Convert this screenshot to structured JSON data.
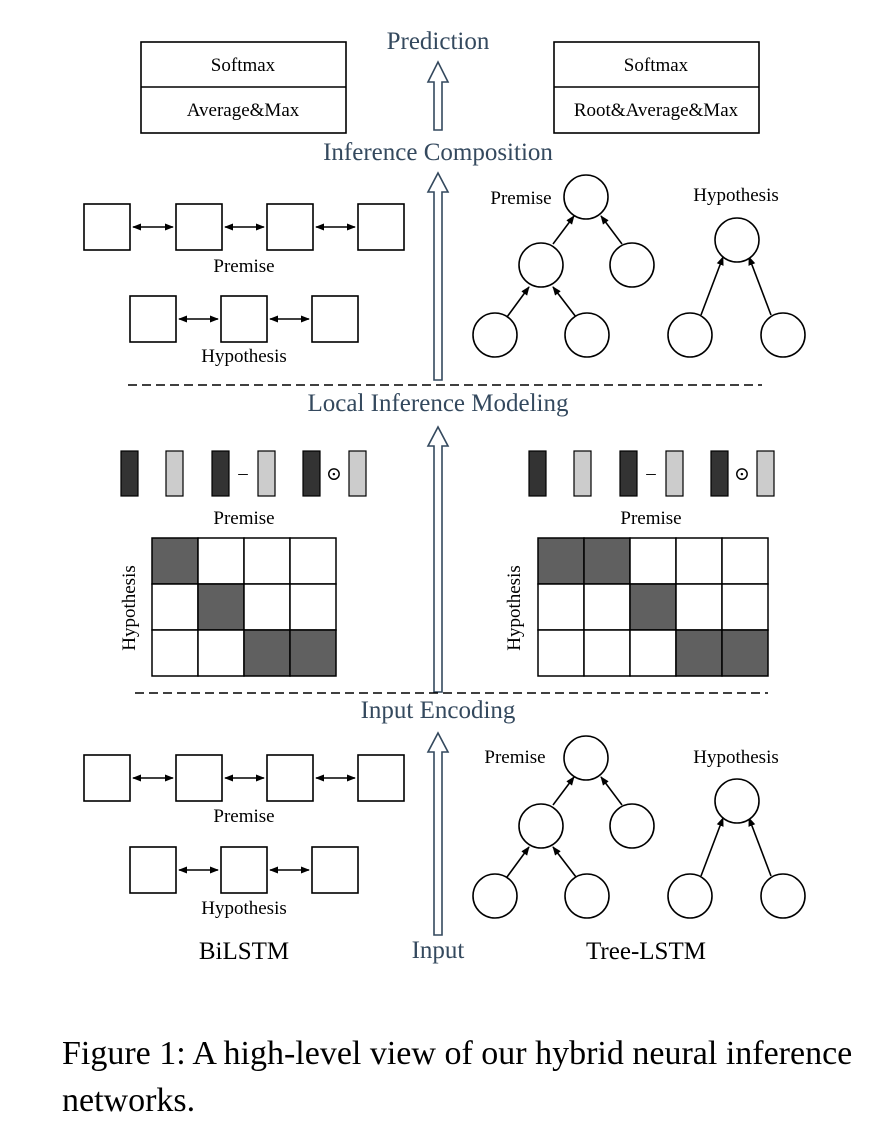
{
  "stages": {
    "prediction": "Prediction",
    "composition": "Inference Composition",
    "local": "Local Inference Modeling",
    "encoding": "Input Encoding",
    "input": "Input"
  },
  "top_left_box": {
    "top": "Softmax",
    "bottom": "Average&Max"
  },
  "top_right_box": {
    "top": "Softmax",
    "bottom": "Root&Average&Max"
  },
  "labels": {
    "premise": "Premise",
    "hypothesis": "Hypothesis",
    "bilstm": "BiLSTM",
    "tree_lstm": "Tree-LSTM"
  },
  "operators": {
    "minus": "–",
    "odot": "⊙"
  },
  "alignment_left": {
    "rows": 3,
    "cols": 4,
    "shaded": [
      [
        0,
        0
      ],
      [
        1,
        1
      ],
      [
        2,
        2
      ],
      [
        2,
        3
      ]
    ]
  },
  "alignment_right": {
    "rows": 3,
    "cols": 5,
    "shaded": [
      [
        0,
        0
      ],
      [
        0,
        1
      ],
      [
        1,
        2
      ],
      [
        2,
        3
      ],
      [
        2,
        4
      ]
    ]
  },
  "colors": {
    "stage_text": "#34495e",
    "shaded_cell": "#606060",
    "dark_bar": "#333333",
    "light_bar": "#cccccc"
  },
  "caption": "Figure 1: A high-level view of our hybrid neural inference networks."
}
